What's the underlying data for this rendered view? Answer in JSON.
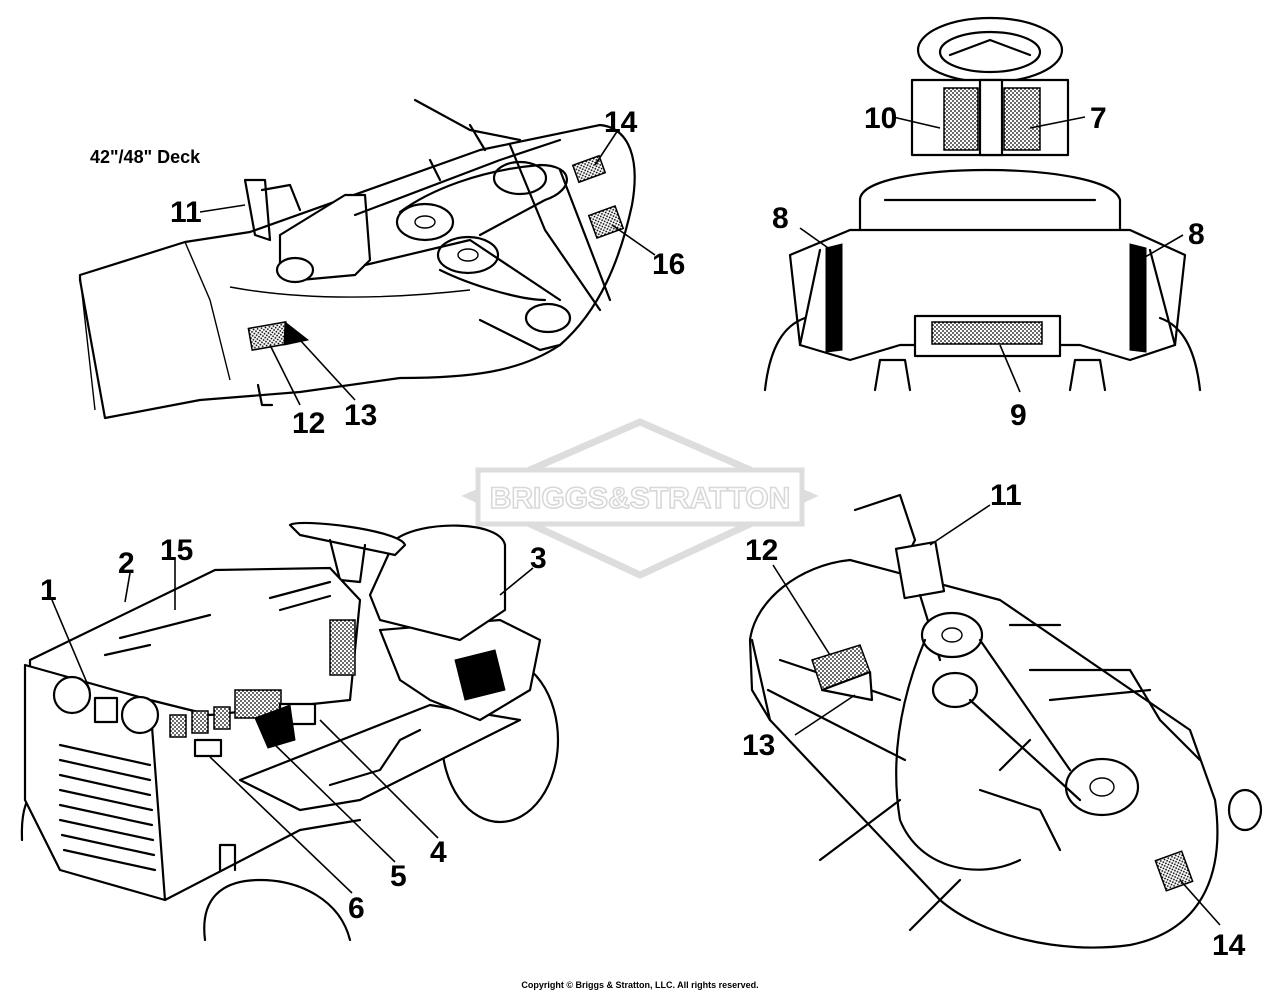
{
  "deck_title": "42\"/48\" Deck",
  "watermark": "BRIGGS&STRATTON",
  "copyright": "Copyright © Briggs & Stratton, LLC. All rights reserved.",
  "callouts": {
    "c1": "1",
    "c2": "2",
    "c3": "3",
    "c4": "4",
    "c5": "5",
    "c6": "6",
    "c7": "7",
    "c8a": "8",
    "c8b": "8",
    "c9": "9",
    "c10": "10",
    "c11a": "11",
    "c11b": "11",
    "c12a": "12",
    "c12b": "12",
    "c13a": "13",
    "c13b": "13",
    "c14a": "14",
    "c14b": "14",
    "c15": "15",
    "c16": "16"
  },
  "colors": {
    "ink": "#000000",
    "watermark": "#d8d8d8",
    "background": "#ffffff"
  }
}
